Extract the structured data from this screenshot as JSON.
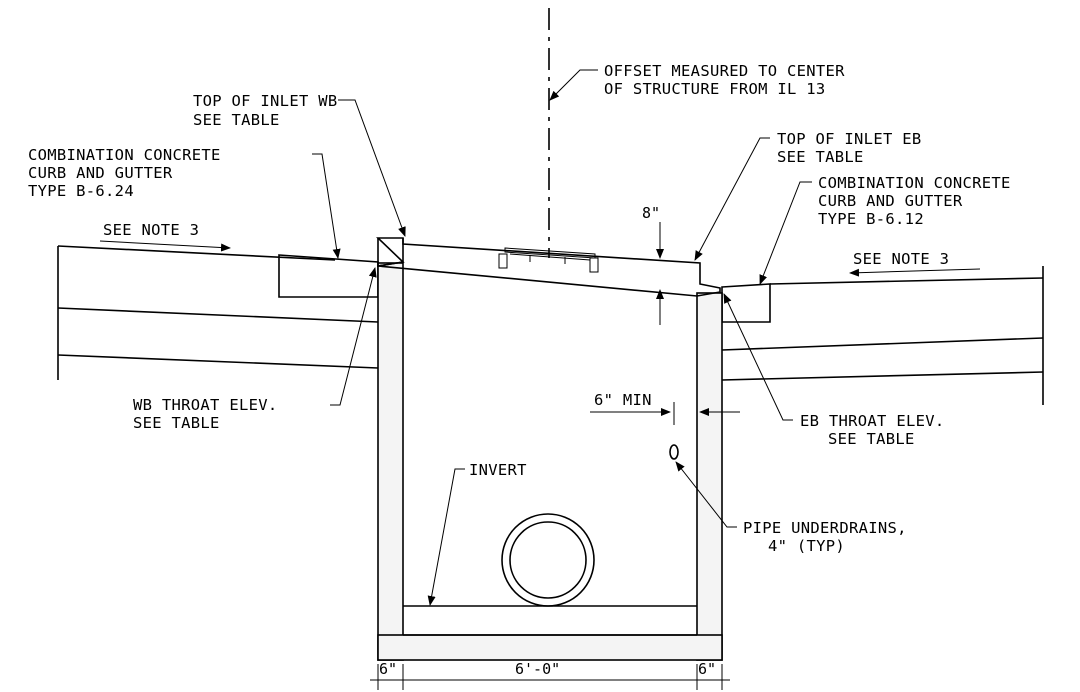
{
  "labels": {
    "offset_line1": "OFFSET MEASURED TO CENTER",
    "offset_line2": "OF STRUCTURE FROM IL 13",
    "top_wb_line1": "TOP OF INLET WB",
    "top_wb_line2": "SEE TABLE",
    "curb_wb_line1": "COMBINATION CONCRETE",
    "curb_wb_line2": "CURB AND GUTTER",
    "curb_wb_line3": "TYPE B-6.24",
    "note_wb": "SEE NOTE 3",
    "top_eb_line1": "TOP OF INLET EB",
    "top_eb_line2": "SEE TABLE",
    "curb_eb_line1": "COMBINATION CONCRETE",
    "curb_eb_line2": "CURB AND GUTTER",
    "curb_eb_line3": "TYPE B-6.12",
    "note_eb": "SEE NOTE 3",
    "throat_wb_line1": "WB THROAT ELEV.",
    "throat_wb_line2": "SEE TABLE",
    "throat_eb_line1": "EB THROAT ELEV.",
    "throat_eb_line2": "SEE TABLE",
    "invert": "INVERT",
    "min_clear": "6\" MIN",
    "underdrain_line1": "PIPE UNDERDRAINS,",
    "underdrain_line2": "4\" (TYP)"
  },
  "dimensions": {
    "lid_thickness": "8\"",
    "left_wall": "6\"",
    "inside_width": "6'-0\"",
    "right_wall": "6\""
  }
}
